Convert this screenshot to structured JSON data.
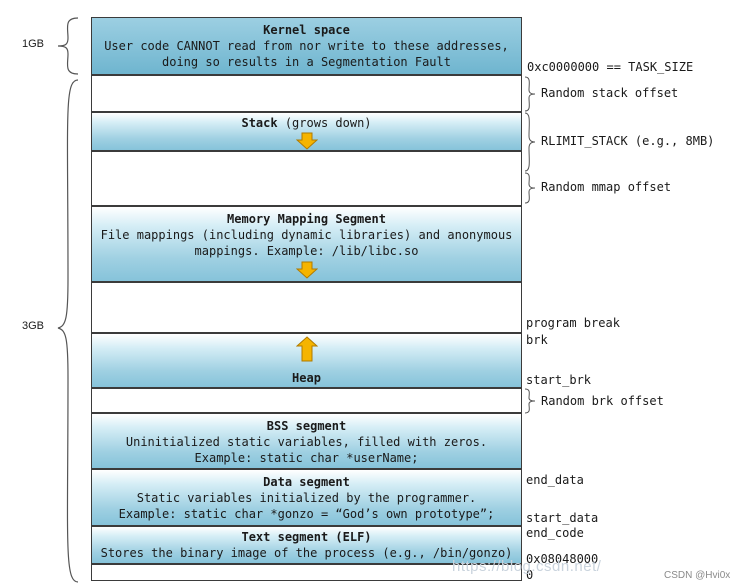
{
  "sizes": {
    "kernel": "1GB",
    "user": "3GB"
  },
  "segments": {
    "kernel": {
      "title": "Kernel space",
      "line1": "User code CANNOT read from nor write to these addresses,",
      "line2": "doing so results in a Segmentation Fault"
    },
    "stack": {
      "title": "Stack",
      "suffix": "(grows down)"
    },
    "mmap": {
      "title": "Memory Mapping Segment",
      "line1": "File mappings (including dynamic libraries) and anonymous",
      "line2": "mappings. Example: /lib/libc.so"
    },
    "heap": {
      "title": "Heap"
    },
    "bss": {
      "title": "BSS segment",
      "line1": "Uninitialized static variables, filled with zeros.",
      "line2": "Example: static char *userName;"
    },
    "data": {
      "title": "Data segment",
      "line1": "Static variables initialized by the programmer.",
      "line2": "Example: static char *gonzo = “God’s own prototype”;"
    },
    "text": {
      "title": "Text segment (ELF)",
      "line1": "Stores the binary image of the process (e.g., /bin/gonzo)"
    }
  },
  "labels": {
    "task_size": "0xc0000000 == TASK_SIZE",
    "random_stack": "Random stack offset",
    "rlimit_stack": "RLIMIT_STACK (e.g., 8MB)",
    "random_mmap": "Random mmap offset",
    "program_break": "program break",
    "brk": "brk",
    "start_brk": "start_brk",
    "random_brk": "Random brk offset",
    "end_data": "end_data",
    "start_data": "start_data",
    "end_code": "end_code",
    "text_start": "0x08048000",
    "zero": "0"
  },
  "watermark": {
    "csdn": "CSDN @Hvi0x",
    "faint": "https://blog.csdn.net/"
  },
  "colors": {
    "segment_blue": "#86c3da",
    "arrow_fill": "#f5b400",
    "border": "#3b3b3b"
  },
  "icons": {
    "down_arrow": "arrow-down-icon",
    "up_arrow": "arrow-up-icon",
    "brace": "curly-brace-icon"
  }
}
